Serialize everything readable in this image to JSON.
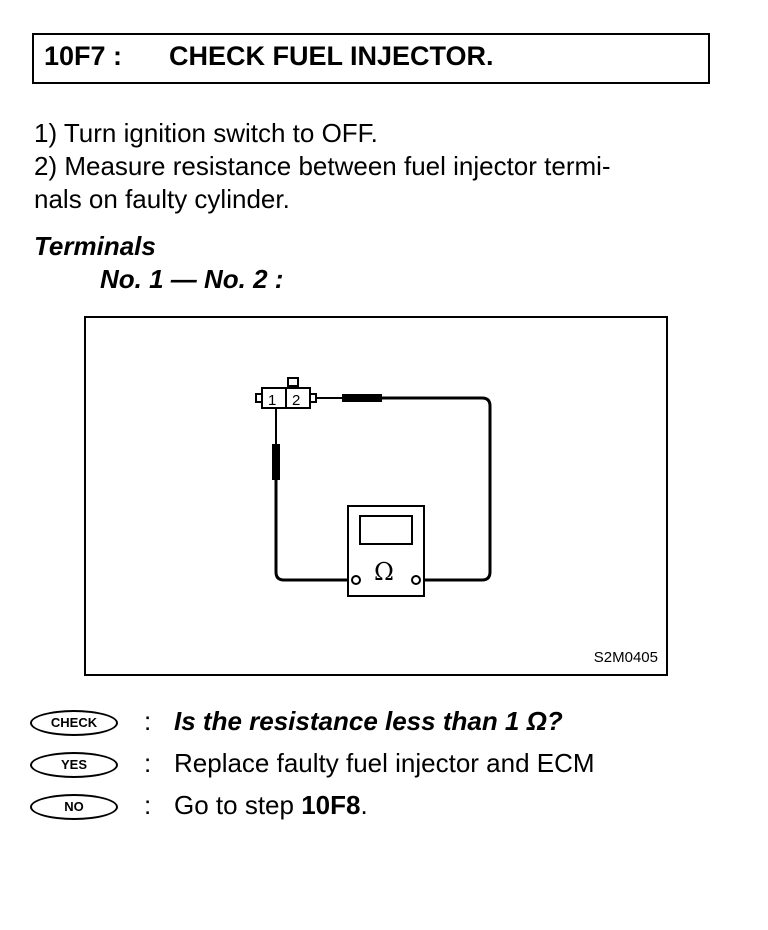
{
  "header": {
    "code": "10F7 :",
    "title": "CHECK FUEL INJECTOR."
  },
  "steps": [
    "1)  Turn ignition switch to OFF.",
    "2)  Measure resistance between fuel injector termi-",
    "nals on faulty cylinder."
  ],
  "terminals": {
    "heading": "Terminals",
    "pair": "No. 1 — No. 2 :"
  },
  "diagram": {
    "terminal_1": "1",
    "terminal_2": "2",
    "meter_symbol": "Ω",
    "figure_code": "S2M0405"
  },
  "results": {
    "check": {
      "badge": "CHECK",
      "colon": ":",
      "text": "Is the resistance less than 1 Ω?"
    },
    "yes": {
      "badge": "YES",
      "colon": ":",
      "text": "Replace faulty fuel injector and ECM"
    },
    "no": {
      "badge": "NO",
      "colon": ":",
      "text_prefix": "Go to step ",
      "text_step": "10F8",
      "text_suffix": "."
    }
  }
}
